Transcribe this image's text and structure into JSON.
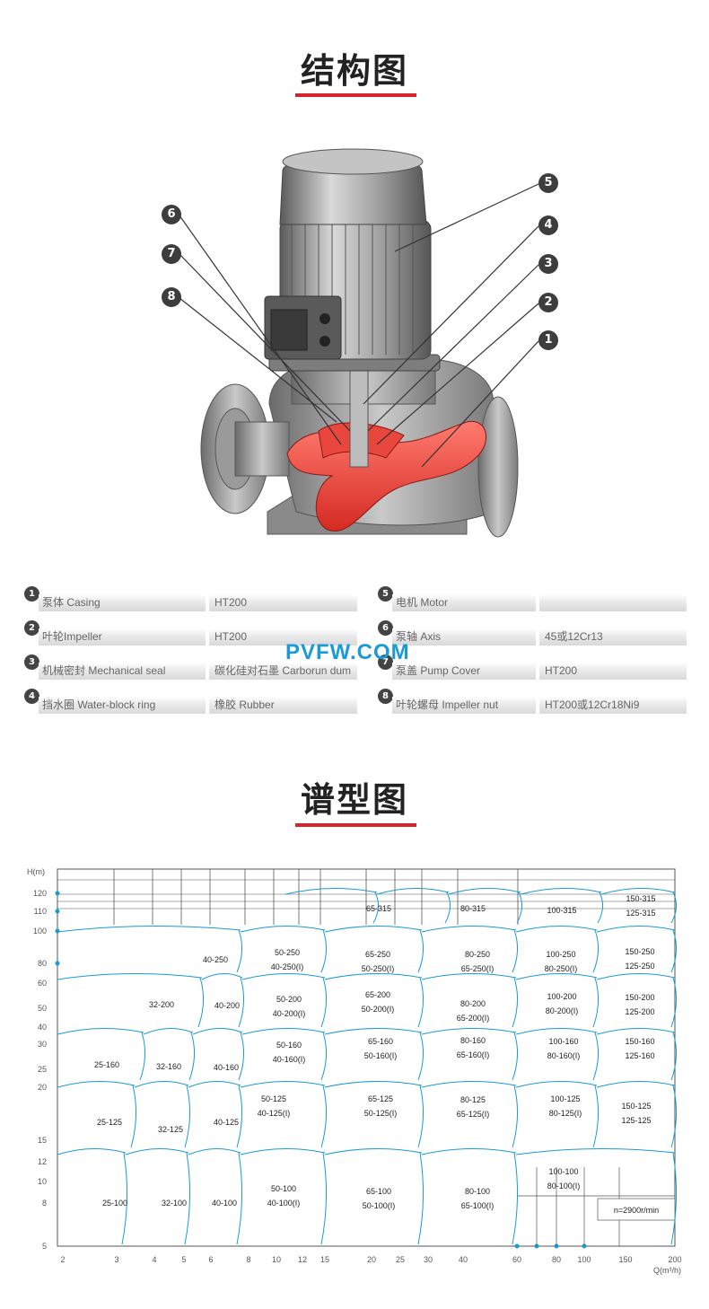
{
  "section1": {
    "title": "结构图"
  },
  "callouts": [
    "1",
    "2",
    "3",
    "4",
    "5",
    "6",
    "7",
    "8"
  ],
  "watermark": "PVFW.COM",
  "specs_left": [
    {
      "num": "1",
      "name": "泵体 Casing",
      "material": "HT200"
    },
    {
      "num": "2",
      "name": "叶轮Impeller",
      "material": "HT200"
    },
    {
      "num": "3",
      "name": "机械密封 Mechanical seal",
      "material": "碳化硅对石墨 Carborun dum"
    },
    {
      "num": "4",
      "name": "挡水圈 Water-block ring",
      "material": "橡胶 Rubber"
    }
  ],
  "specs_right": [
    {
      "num": "5",
      "name": "电机 Motor",
      "material": ""
    },
    {
      "num": "6",
      "name": "泵轴 Axis",
      "material": "45或12Cr13"
    },
    {
      "num": "7",
      "name": "泵盖 Pump Cover",
      "material": "HT200"
    },
    {
      "num": "8",
      "name": "叶轮螺母 Impeller nut",
      "material": "HT200或12Cr18Ni9"
    }
  ],
  "section2": {
    "title": "谱型图"
  },
  "chart_data": {
    "type": "other",
    "ylabel": "H(m)",
    "xlabel": "Q(m³/h)",
    "y_ticks": [
      "120",
      "110",
      "100",
      "80",
      "60",
      "50",
      "40",
      "30",
      "25",
      "20",
      "15",
      "12",
      "10",
      "8",
      "5"
    ],
    "x_ticks": [
      "2",
      "3",
      "4",
      "5",
      "6",
      "8",
      "10",
      "12",
      "15",
      "20",
      "25",
      "30",
      "40",
      "60",
      "80",
      "100",
      "150",
      "200"
    ],
    "note": "n=2900r/min",
    "models": [
      {
        "lines": [
          "65-315"
        ]
      },
      {
        "lines": [
          "80-315"
        ]
      },
      {
        "lines": [
          "100-315"
        ]
      },
      {
        "lines": [
          "150-315",
          "125-315"
        ]
      },
      {
        "lines": [
          "40-250"
        ]
      },
      {
        "lines": [
          "50-250",
          "40-250(I)"
        ]
      },
      {
        "lines": [
          "65-250",
          "50-250(I)"
        ]
      },
      {
        "lines": [
          "80-250",
          "65-250(I)"
        ]
      },
      {
        "lines": [
          "100-250",
          "80-250(I)"
        ]
      },
      {
        "lines": [
          "150-250",
          "125-250"
        ]
      },
      {
        "lines": [
          "32-200"
        ]
      },
      {
        "lines": [
          "40-200"
        ]
      },
      {
        "lines": [
          "50-200",
          "40-200(I)"
        ]
      },
      {
        "lines": [
          "65-200",
          "50-200(I)"
        ]
      },
      {
        "lines": [
          "80-200",
          "65-200(I)"
        ]
      },
      {
        "lines": [
          "100-200",
          "80-200(I)"
        ]
      },
      {
        "lines": [
          "150-200",
          "125-200"
        ]
      },
      {
        "lines": [
          "25-160"
        ]
      },
      {
        "lines": [
          "32-160"
        ]
      },
      {
        "lines": [
          "40-160"
        ]
      },
      {
        "lines": [
          "50-160",
          "40-160(I)"
        ]
      },
      {
        "lines": [
          "65-160",
          "50-160(I)"
        ]
      },
      {
        "lines": [
          "80-160",
          "65-160(I)"
        ]
      },
      {
        "lines": [
          "100-160",
          "80-160(I)"
        ]
      },
      {
        "lines": [
          "150-160",
          "125-160"
        ]
      },
      {
        "lines": [
          "25-125"
        ]
      },
      {
        "lines": [
          "32-125"
        ]
      },
      {
        "lines": [
          "40-125"
        ]
      },
      {
        "lines": [
          "50-125",
          "40-125(I)"
        ]
      },
      {
        "lines": [
          "65-125",
          "50-125(I)"
        ]
      },
      {
        "lines": [
          "80-125",
          "65-125(I)"
        ]
      },
      {
        "lines": [
          "100-125",
          "80-125(I)"
        ]
      },
      {
        "lines": [
          "150-125",
          "125-125"
        ]
      },
      {
        "lines": [
          "25-100"
        ]
      },
      {
        "lines": [
          "32-100"
        ]
      },
      {
        "lines": [
          "40-100"
        ]
      },
      {
        "lines": [
          "50-100",
          "40-100(I)"
        ]
      },
      {
        "lines": [
          "65-100",
          "50-100(I)"
        ]
      },
      {
        "lines": [
          "80-100",
          "65-100(I)"
        ]
      },
      {
        "lines": [
          "100-100",
          "80-100(I)"
        ]
      }
    ]
  }
}
